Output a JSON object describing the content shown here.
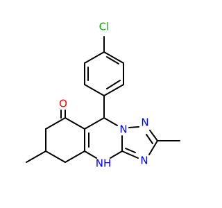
{
  "molecule": {
    "atoms": {
      "cl": {
        "text": "Cl",
        "color": "#00b000"
      },
      "o": {
        "text": "O",
        "color": "#ff0000"
      },
      "n1": {
        "text": "N",
        "color": "#0000ff"
      },
      "n2": {
        "text": "N",
        "color": "#0000ff"
      },
      "n3": {
        "text": "N",
        "color": "#0000ff"
      },
      "nh": {
        "text": "NH",
        "color": "#0000ff"
      }
    }
  }
}
